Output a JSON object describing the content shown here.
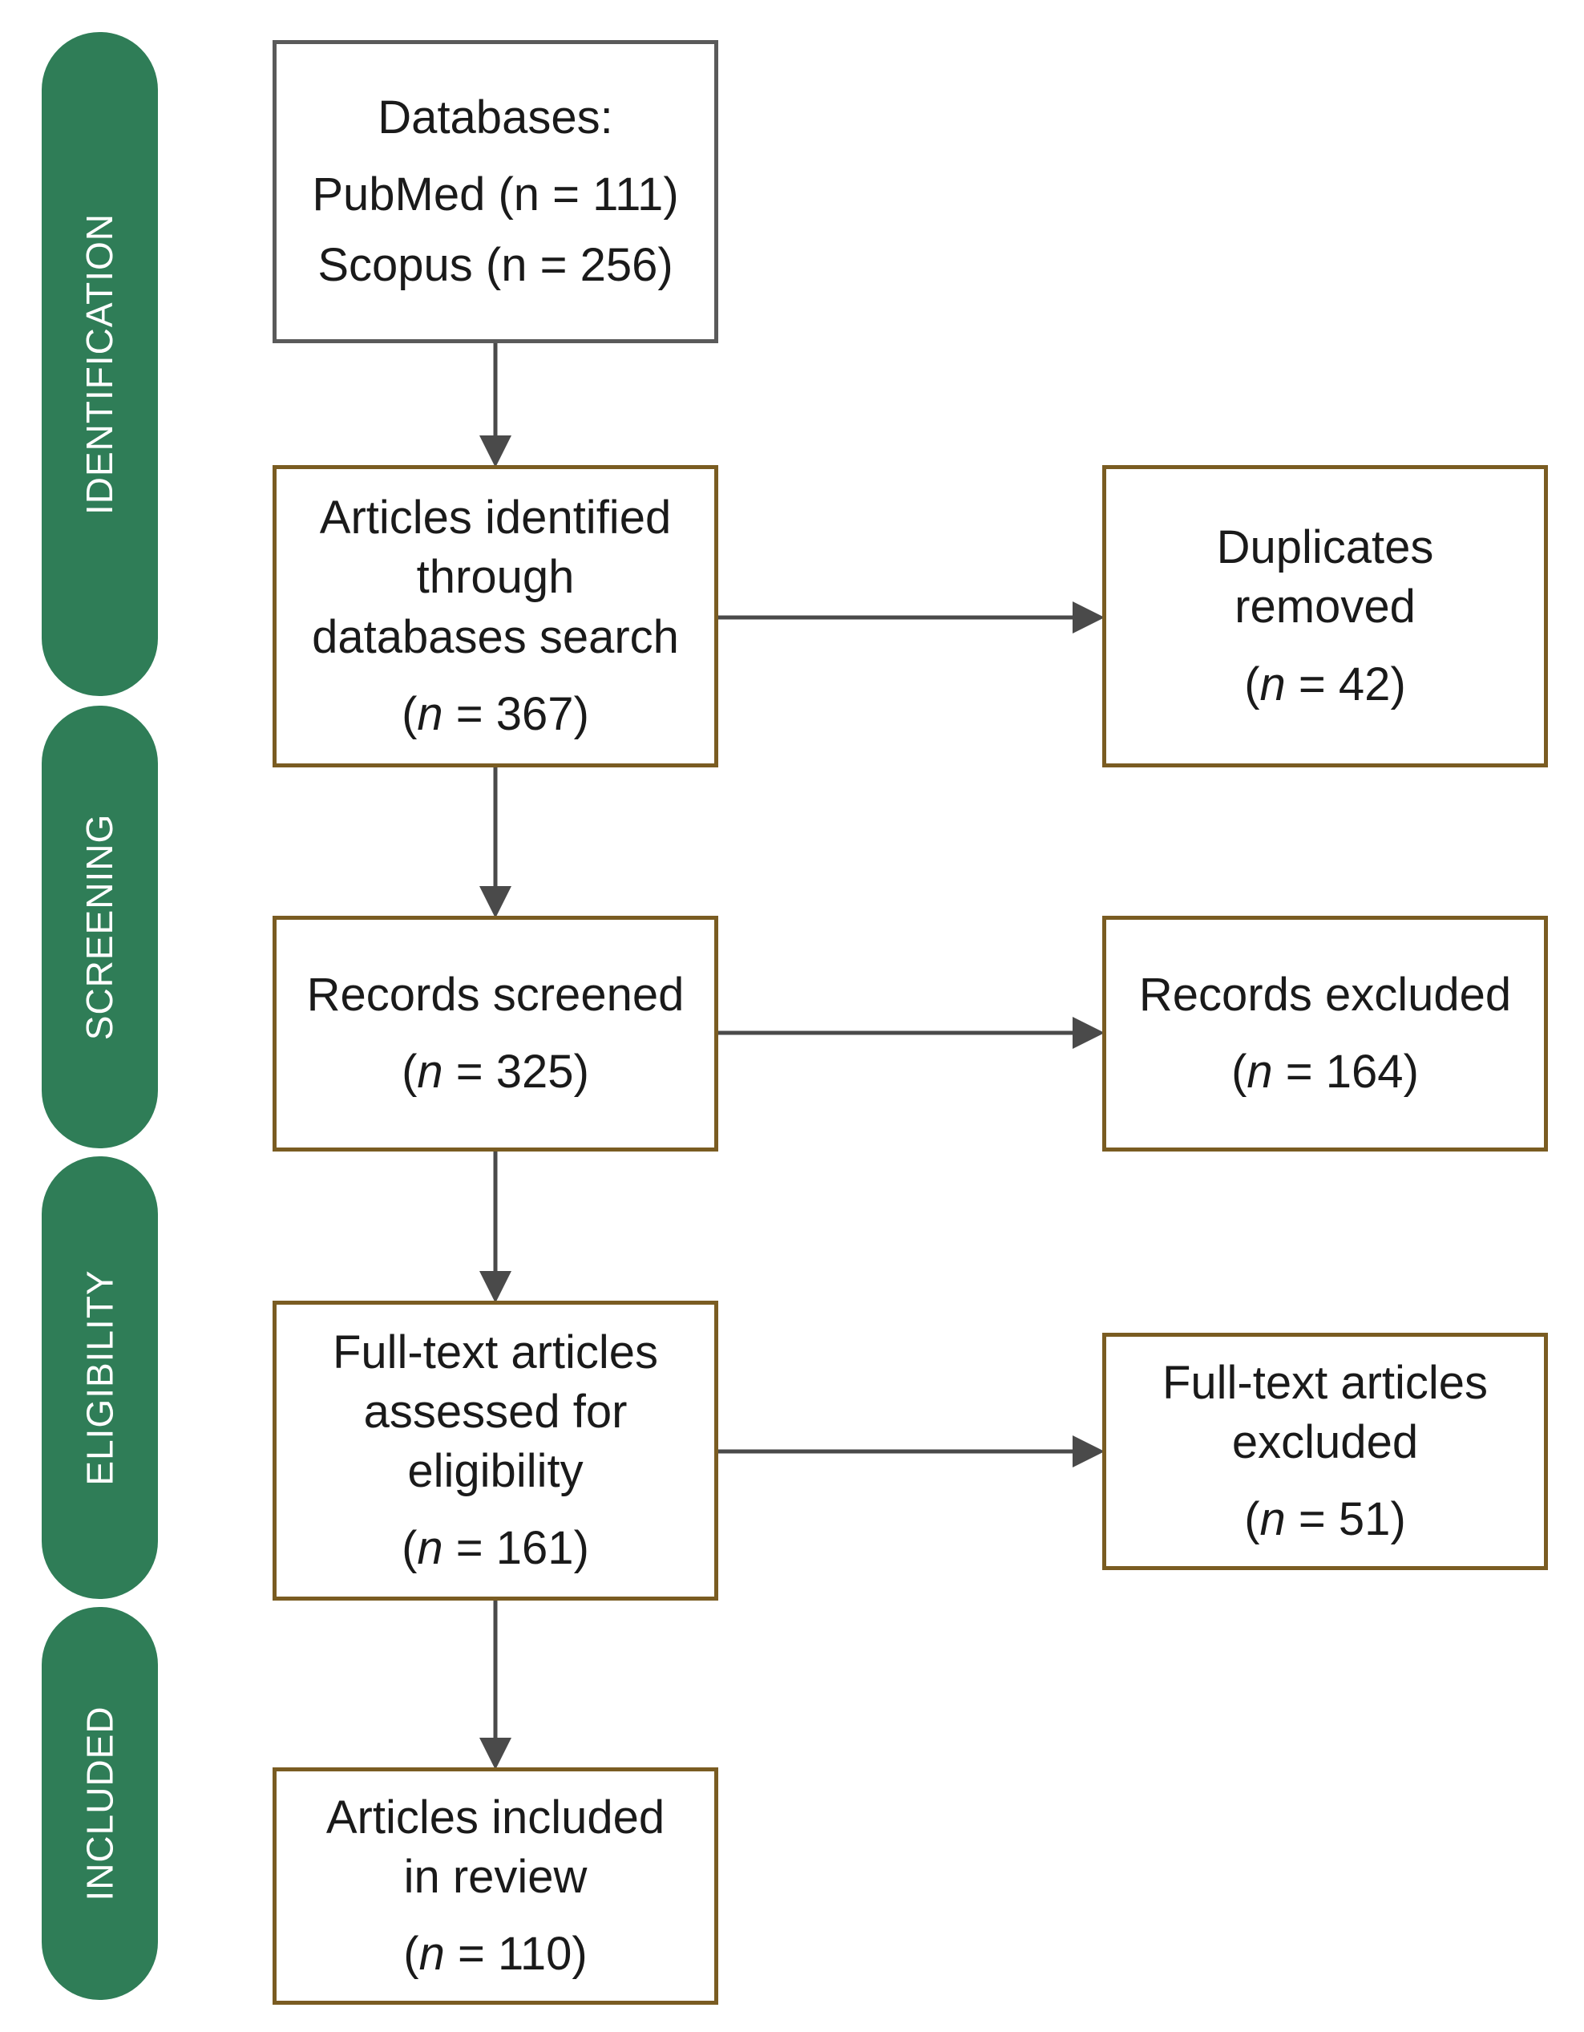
{
  "colors": {
    "phase_fill": "#2f7d57",
    "box_border": "#7a5c22",
    "source_box_border": "#5a5a5a",
    "arrow": "#4a4a4a"
  },
  "phases": [
    {
      "label": "IDENTIFICATION"
    },
    {
      "label": "SCREENING"
    },
    {
      "label": "ELIGIBILITY"
    },
    {
      "label": "INCLUDED"
    }
  ],
  "boxes": {
    "databases": {
      "lines": [
        "Databases:",
        "PubMed (n = 111)",
        "Scopus (n = 256)"
      ]
    },
    "identified": {
      "lines": [
        "Articles identified",
        "through",
        "databases search"
      ],
      "n_label": "n",
      "n_value": "367"
    },
    "duplicates": {
      "lines": [
        "Duplicates",
        "removed"
      ],
      "n_label": "n",
      "n_value": "42"
    },
    "screened": {
      "lines": [
        "Records screened"
      ],
      "n_label": "n",
      "n_value": "325"
    },
    "excluded": {
      "lines": [
        "Records excluded"
      ],
      "n_label": "n",
      "n_value": "164"
    },
    "fulltext": {
      "lines": [
        "Full-text articles",
        "assessed for",
        "eligibility"
      ],
      "n_label": "n",
      "n_value": "161"
    },
    "fulltext_excluded": {
      "lines": [
        "Full-text articles",
        "excluded"
      ],
      "n_label": "n",
      "n_value": "51"
    },
    "included": {
      "lines": [
        "Articles included",
        "in review"
      ],
      "n_label": "n",
      "n_value": "110"
    }
  }
}
